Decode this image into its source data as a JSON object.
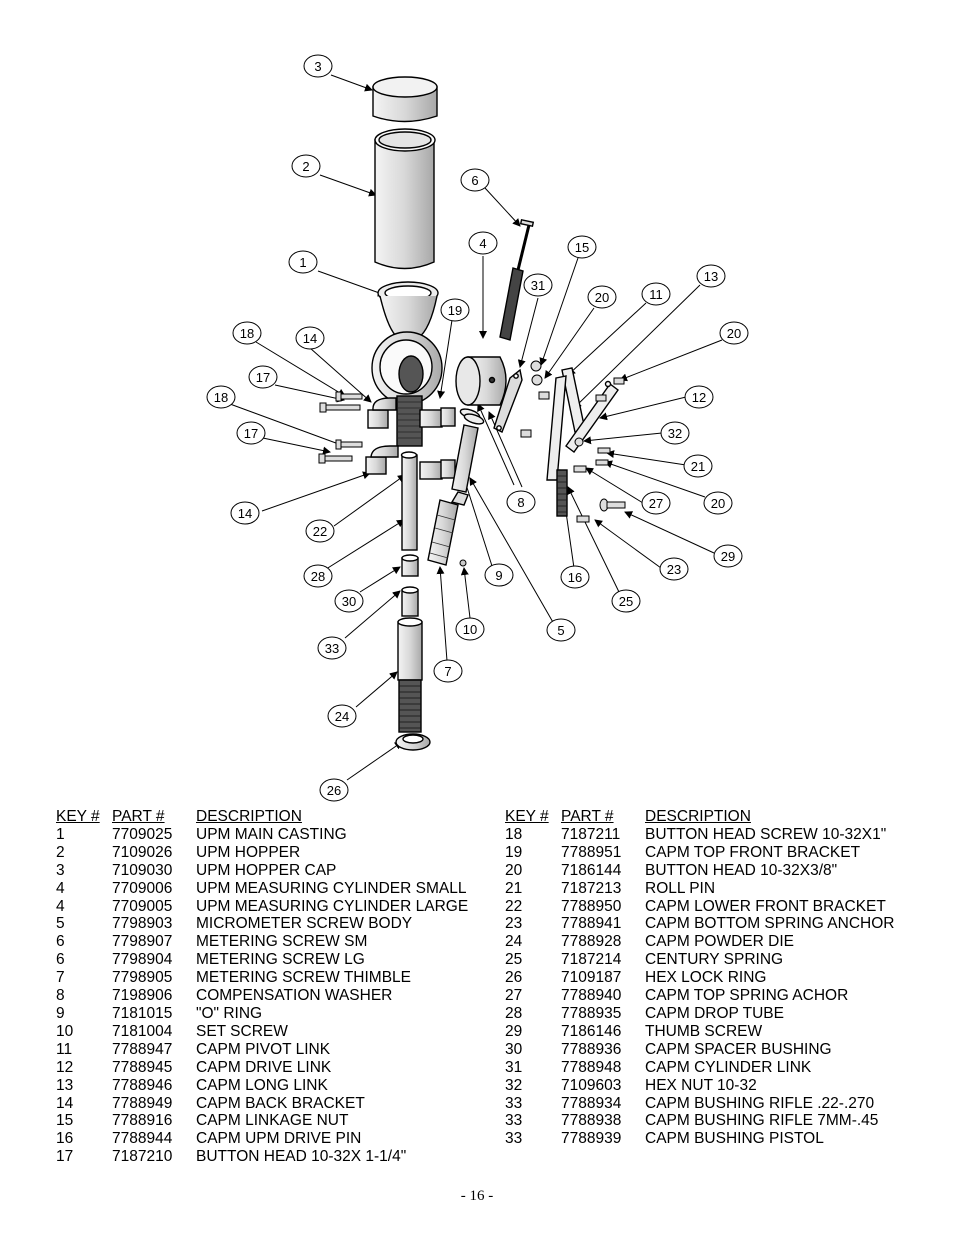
{
  "callouts": [
    {
      "label": "3"
    },
    {
      "label": "2"
    },
    {
      "label": "6"
    },
    {
      "label": "4"
    },
    {
      "label": "15"
    },
    {
      "label": "13"
    },
    {
      "label": "31"
    },
    {
      "label": "20"
    },
    {
      "label": "11"
    },
    {
      "label": "1"
    },
    {
      "label": "19"
    },
    {
      "label": "18"
    },
    {
      "label": "14"
    },
    {
      "label": "20"
    },
    {
      "label": "17"
    },
    {
      "label": "12"
    },
    {
      "label": "18"
    },
    {
      "label": "32"
    },
    {
      "label": "17"
    },
    {
      "label": "21"
    },
    {
      "label": "8"
    },
    {
      "label": "27"
    },
    {
      "label": "20"
    },
    {
      "label": "14"
    },
    {
      "label": "22"
    },
    {
      "label": "29"
    },
    {
      "label": "28"
    },
    {
      "label": "9"
    },
    {
      "label": "16"
    },
    {
      "label": "23"
    },
    {
      "label": "30"
    },
    {
      "label": "25"
    },
    {
      "label": "10"
    },
    {
      "label": "5"
    },
    {
      "label": "33"
    },
    {
      "label": "7"
    },
    {
      "label": "24"
    },
    {
      "label": "26"
    }
  ],
  "table": {
    "headers": {
      "key": "KEY #",
      "part": "PART #",
      "description": "DESCRIPTION"
    },
    "left_rows": [
      {
        "key": "1",
        "part": "7709025",
        "description": "UPM MAIN CASTING"
      },
      {
        "key": "2",
        "part": "7109026",
        "description": "UPM HOPPER"
      },
      {
        "key": "3",
        "part": "7109030",
        "description": "UPM HOPPER CAP"
      },
      {
        "key": "4",
        "part": "7709006",
        "description": "UPM MEASURING CYLINDER SMALL"
      },
      {
        "key": "4",
        "part": "7709005",
        "description": "UPM MEASURING CYLINDER LARGE"
      },
      {
        "key": "5",
        "part": "7798903",
        "description": "MICROMETER SCREW BODY"
      },
      {
        "key": "6",
        "part": "7798907",
        "description": "METERING SCREW SM"
      },
      {
        "key": "6",
        "part": "7798904",
        "description": "METERING SCREW LG"
      },
      {
        "key": "7",
        "part": "7798905",
        "description": "METERING SCREW THIMBLE"
      },
      {
        "key": "8",
        "part": "7198906",
        "description": "COMPENSATION WASHER"
      },
      {
        "key": "9",
        "part": "7181015",
        "description": "\"O\" RING"
      },
      {
        "key": "10",
        "part": "7181004",
        "description": "SET SCREW"
      },
      {
        "key": "11",
        "part": "7788947",
        "description": "CAPM PIVOT LINK"
      },
      {
        "key": "12",
        "part": "7788945",
        "description": "CAPM DRIVE LINK"
      },
      {
        "key": "13",
        "part": "7788946",
        "description": "CAPM LONG LINK"
      },
      {
        "key": "14",
        "part": "7788949",
        "description": "CAPM BACK BRACKET"
      },
      {
        "key": "15",
        "part": "7788916",
        "description": "CAPM LINKAGE NUT"
      },
      {
        "key": "16",
        "part": "7788944",
        "description": "CAPM UPM DRIVE PIN"
      },
      {
        "key": "17",
        "part": "7187210",
        "description": "BUTTON HEAD 10-32X 1-1/4\""
      }
    ],
    "right_rows": [
      {
        "key": "18",
        "part": "7187211",
        "description": "BUTTON HEAD SCREW 10-32X1\""
      },
      {
        "key": "19",
        "part": "7788951",
        "description": "CAPM TOP FRONT BRACKET"
      },
      {
        "key": "20",
        "part": "7186144",
        "description": "BUTTON HEAD 10-32X3/8\""
      },
      {
        "key": "21",
        "part": "7187213",
        "description": "ROLL PIN"
      },
      {
        "key": "22",
        "part": "7788950",
        "description": "CAPM LOWER FRONT BRACKET"
      },
      {
        "key": "23",
        "part": "7788941",
        "description": "CAPM BOTTOM SPRING ANCHOR"
      },
      {
        "key": "24",
        "part": "7788928",
        "description": "CAPM POWDER DIE"
      },
      {
        "key": "25",
        "part": "7187214",
        "description": "CENTURY SPRING"
      },
      {
        "key": "26",
        "part": "7109187",
        "description": "HEX LOCK RING"
      },
      {
        "key": "27",
        "part": "7788940",
        "description": "CAPM TOP SPRING ACHOR"
      },
      {
        "key": "28",
        "part": "7788935",
        "description": "CAPM DROP TUBE"
      },
      {
        "key": "29",
        "part": "7186146",
        "description": "THUMB SCREW"
      },
      {
        "key": "30",
        "part": "7788936",
        "description": "CAPM SPACER BUSHING"
      },
      {
        "key": "31",
        "part": "7788948",
        "description": "CAPM CYLINDER LINK"
      },
      {
        "key": "32",
        "part": "7109603",
        "description": "HEX NUT 10-32"
      },
      {
        "key": "33",
        "part": "7788934",
        "description": "CAPM BUSHING RIFLE .22-.270"
      },
      {
        "key": "33",
        "part": "7788938",
        "description": "CAPM BUSHING RIFLE 7MM-.45"
      },
      {
        "key": "33",
        "part": "7788939",
        "description": "CAPM BUSHING PISTOL"
      }
    ]
  },
  "page_number": "- 16 -"
}
